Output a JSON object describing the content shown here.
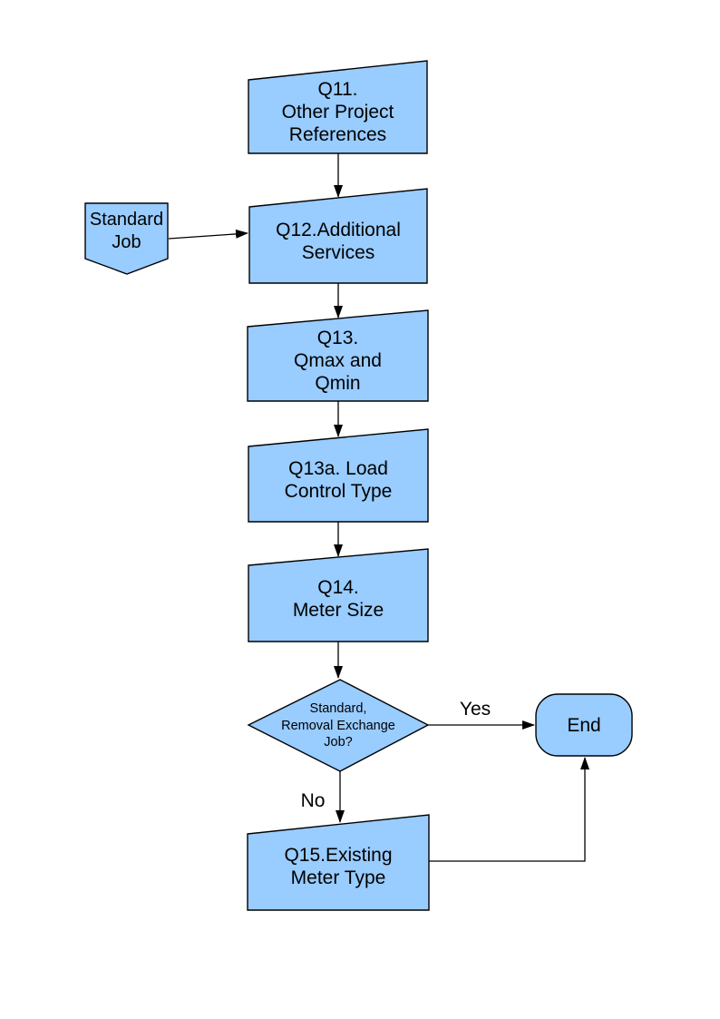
{
  "diagram": {
    "colors": {
      "node_fill": "#99CCFF",
      "node_stroke": "#000000",
      "connector": "#000000",
      "background": "#FFFFFF"
    },
    "nodes": {
      "q11": {
        "label": "Q11.\nOther Project\nReferences",
        "shape": "card"
      },
      "standard_job": {
        "label": "Standard\nJob",
        "shape": "off-page-connector"
      },
      "q12": {
        "label": "Q12.Additional\nServices",
        "shape": "card"
      },
      "q13": {
        "label": "Q13.\nQmax and\nQmin",
        "shape": "card"
      },
      "q13a": {
        "label": "Q13a. Load\nControl Type",
        "shape": "card"
      },
      "q14": {
        "label": "Q14.\nMeter Size",
        "shape": "card"
      },
      "decision": {
        "label": "Standard,\nRemoval Exchange\nJob?",
        "shape": "diamond"
      },
      "end": {
        "label": "End",
        "shape": "terminator"
      },
      "q15": {
        "label": "Q15.Existing\nMeter Type",
        "shape": "card"
      }
    },
    "edge_labels": {
      "yes": "Yes",
      "no": "No"
    }
  }
}
